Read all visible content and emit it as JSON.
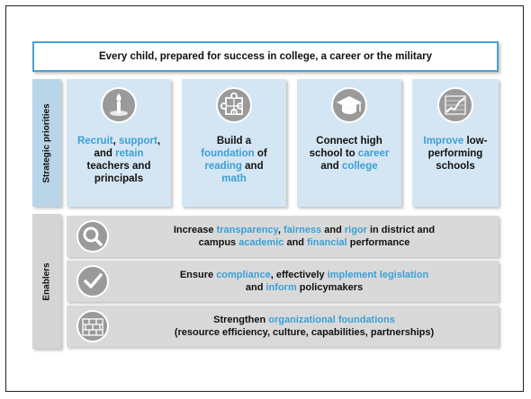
{
  "mission": "Every child, prepared for success in college, a career or the military",
  "strategic_label": "Strategic priorities",
  "enablers_label": "Enablers",
  "priorities": [
    {
      "icon": "torch-icon",
      "lines": [
        [
          {
            "t": "Recruit",
            "h": true
          },
          {
            "t": ", ",
            "h": false
          },
          {
            "t": "support",
            "h": true
          },
          {
            "t": ",",
            "h": false
          }
        ],
        [
          {
            "t": "and ",
            "h": false
          },
          {
            "t": "retain",
            "h": true
          }
        ],
        [
          {
            "t": "teachers and",
            "h": false
          }
        ],
        [
          {
            "t": "principals",
            "h": false
          }
        ]
      ]
    },
    {
      "icon": "puzzle-icon",
      "lines": [
        [
          {
            "t": "Build a",
            "h": false
          }
        ],
        [
          {
            "t": "foundation",
            "h": true
          },
          {
            "t": " of",
            "h": false
          }
        ],
        [
          {
            "t": "reading",
            "h": true
          },
          {
            "t": " and",
            "h": false
          }
        ],
        [
          {
            "t": "math",
            "h": true
          }
        ]
      ]
    },
    {
      "icon": "graduation-cap-icon",
      "lines": [
        [
          {
            "t": "Connect high",
            "h": false
          }
        ],
        [
          {
            "t": "school to ",
            "h": false
          },
          {
            "t": "career",
            "h": true
          }
        ],
        [
          {
            "t": "and ",
            "h": false
          },
          {
            "t": "college",
            "h": true
          }
        ]
      ]
    },
    {
      "icon": "growth-chart-icon",
      "lines": [
        [
          {
            "t": "Improve",
            "h": true
          },
          {
            "t": " low-",
            "h": false
          }
        ],
        [
          {
            "t": "performing",
            "h": false
          }
        ],
        [
          {
            "t": "schools",
            "h": false
          }
        ]
      ]
    }
  ],
  "enablers": [
    {
      "icon": "magnifier-icon",
      "lines": [
        [
          {
            "t": "Increase ",
            "h": false
          },
          {
            "t": "transparency",
            "h": true
          },
          {
            "t": ", ",
            "h": false
          },
          {
            "t": "fairness",
            "h": true
          },
          {
            "t": " and ",
            "h": false
          },
          {
            "t": "rigor",
            "h": true
          },
          {
            "t": " in district and",
            "h": false
          }
        ],
        [
          {
            "t": "campus ",
            "h": false
          },
          {
            "t": "academic",
            "h": true
          },
          {
            "t": " and ",
            "h": false
          },
          {
            "t": "financial",
            "h": true
          },
          {
            "t": " performance",
            "h": false
          }
        ]
      ]
    },
    {
      "icon": "checkmark-icon",
      "lines": [
        [
          {
            "t": "Ensure ",
            "h": false
          },
          {
            "t": "compliance",
            "h": true
          },
          {
            "t": ", effectively ",
            "h": false
          },
          {
            "t": "implement legislation",
            "h": true
          }
        ],
        [
          {
            "t": "and ",
            "h": false
          },
          {
            "t": "inform",
            "h": true
          },
          {
            "t": " policymakers",
            "h": false
          }
        ]
      ]
    },
    {
      "icon": "brick-wall-icon",
      "lines": [
        [
          {
            "t": "Strengthen ",
            "h": false
          },
          {
            "t": "organizational foundations",
            "h": true
          }
        ],
        [
          {
            "t": "(resource efficiency, culture, capabilities, partnerships)",
            "h": false
          }
        ]
      ]
    }
  ]
}
